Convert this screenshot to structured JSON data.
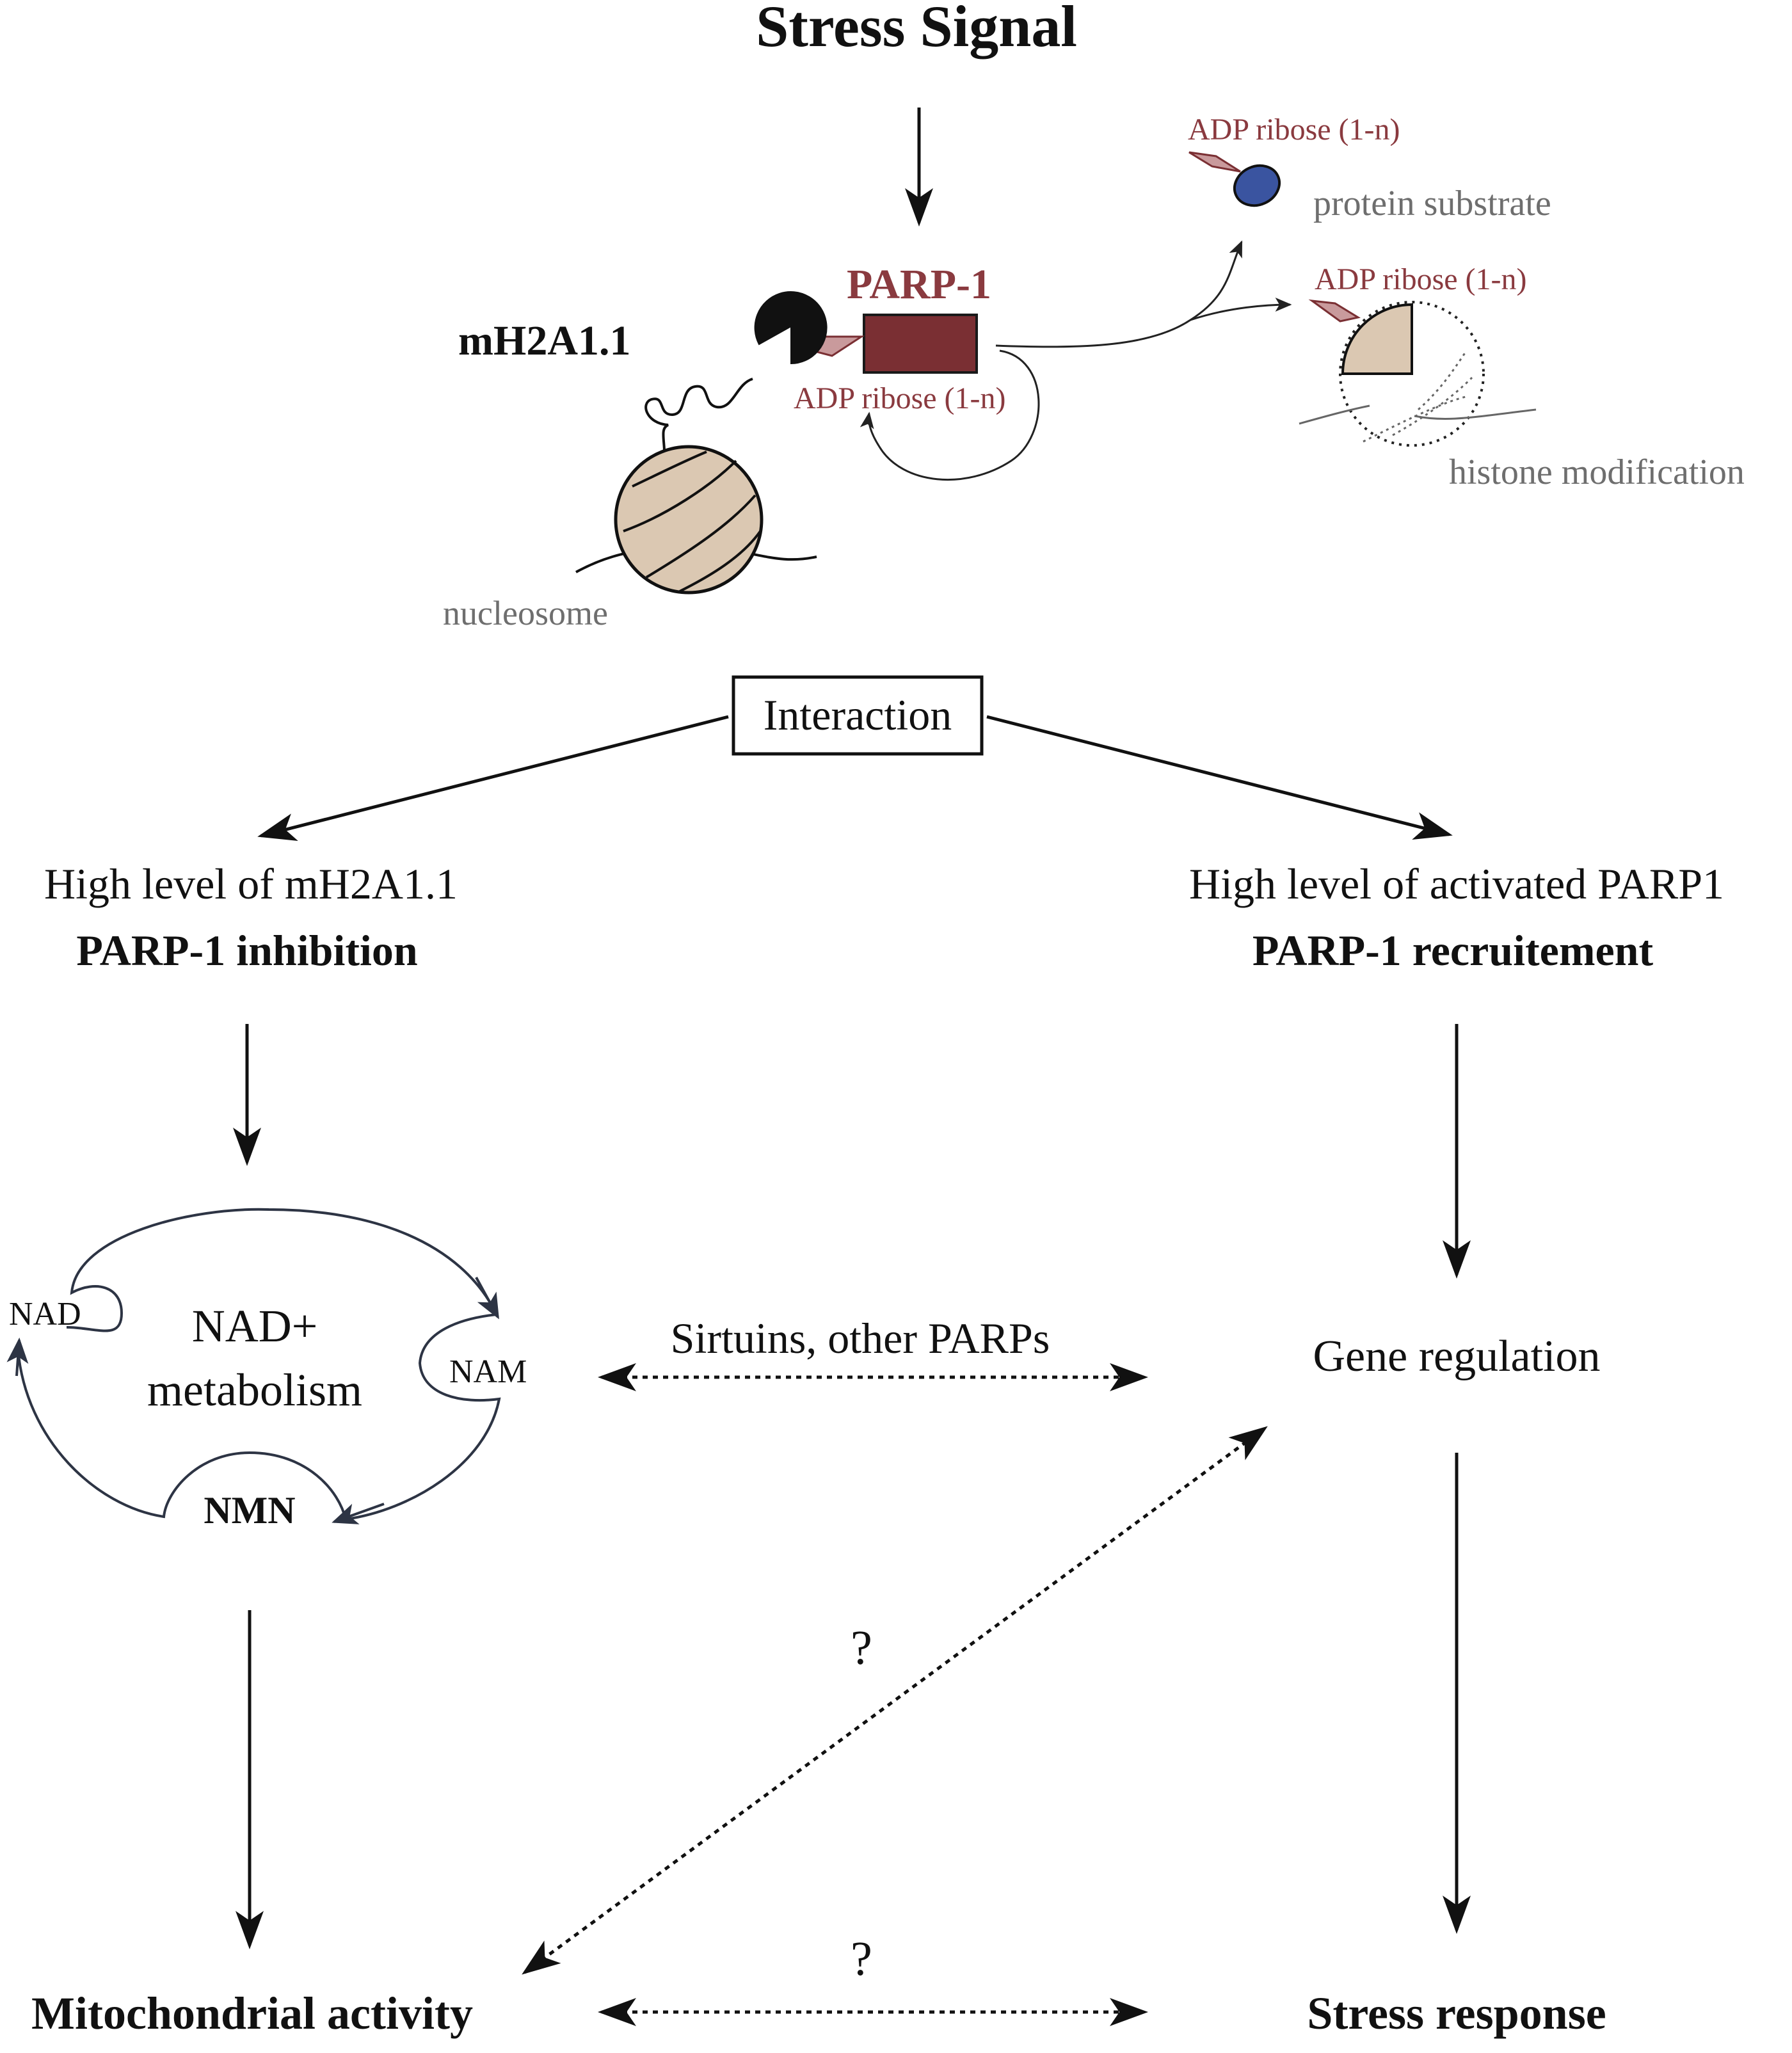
{
  "title": "Stress Signal",
  "labels": {
    "parp1": "PARP-1",
    "mh2a11": "mH2A1.1",
    "adp_self": "ADP ribose (1-n)",
    "adp_protein": "ADP ribose (1-n)",
    "adp_histone": "ADP ribose (1-n)",
    "protein_substrate": "protein substrate",
    "histone_modification": "histone modification",
    "nucleosome": "nucleosome",
    "interaction": "Interaction",
    "left_level": "High level of mH2A1.1",
    "left_effect": "PARP-1 inhibition",
    "right_level": "High level of activated PARP1",
    "right_effect": "PARP-1 recruitement",
    "nad": "NAD",
    "nad_metabolism_1": "NAD+",
    "nad_metabolism_2": "metabolism",
    "nam": "NAM",
    "nmn": "NMN",
    "sirtuins": "Sirtuins, other PARPs",
    "gene_regulation": "Gene regulation",
    "question_diag": "?",
    "question_bottom": "?",
    "mitochondrial": "Mitochondrial activity",
    "stress_response": "Stress response"
  },
  "colors": {
    "parp_box": "#7a2f33",
    "adp_tag": "#c99a9c",
    "nucleosome": "#dbc8b2",
    "protein": "#3a54a0",
    "cycle_line": "#2d3444",
    "text_brown": "#8a3a3f",
    "text_grey": "#6e6e6e"
  }
}
